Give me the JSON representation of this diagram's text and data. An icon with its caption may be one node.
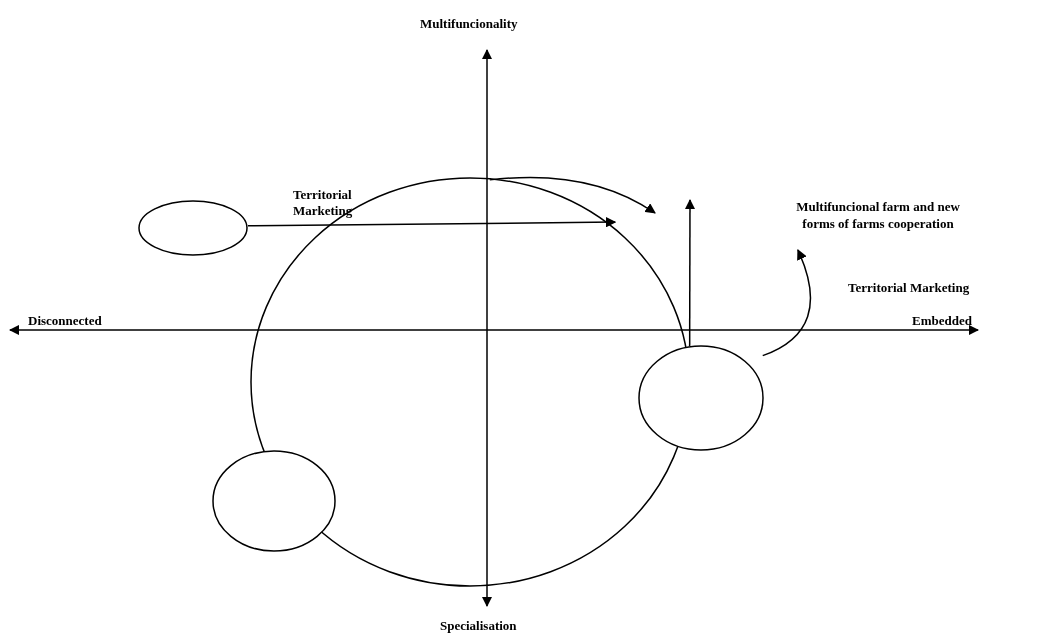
{
  "diagram": {
    "nodes": [
      {
        "text": [],
        "shape": "circle"
      },
      {
        "text": [],
        "shape": "circle"
      },
      {
        "text": [],
        "shape": "circle"
      },
      {
        "text": [],
        "shape": "circle"
      },
      {
        "text": [
          "Multifuncional farm and new forms of farms cooperation"
        ]
      }
    ],
    "edges": [
      {
        "from": 1,
        "to": 0,
        "arrow": "to",
        "label": "Territorial Marketing"
      },
      {
        "from": 0,
        "to": null,
        "arrow": "to"
      },
      {
        "from": 3,
        "to": null,
        "arrow": "to"
      },
      {
        "from": 3,
        "to": 4,
        "arrow": "to"
      }
    ],
    "labels": [
      "Multifuncionality",
      "Territorial Marketing",
      "Disconnected",
      "Embedded",
      "Specialisation"
    ]
  }
}
